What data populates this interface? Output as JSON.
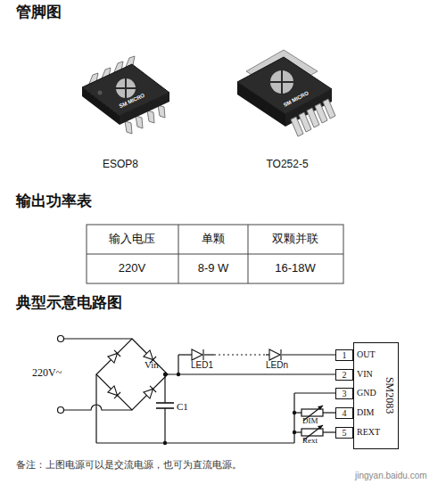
{
  "diagram": {
    "nodes": [
      {
        "text": [
          "OUT",
          "VIN",
          "GND",
          "DIM",
          "REXT",
          "SM2083"
        ]
      },
      {
        "text": [
          "1"
        ]
      },
      {
        "text": [
          "2"
        ]
      },
      {
        "text": [
          "3"
        ]
      },
      {
        "text": [
          "4"
        ]
      },
      {
        "text": [
          "5"
        ]
      }
    ],
    "labels": [
      "管脚图",
      "SM MICRO",
      "SM MICRO",
      "ESOP8",
      "TO252-5",
      "输出功率表",
      "输入电压",
      "单颗",
      "双颗并联",
      "220V",
      "8-9 W",
      "16-18W",
      "典型示意电路图",
      "220V~",
      "Vin",
      "LED1",
      "LEDn",
      "C1",
      "DIM",
      "Rext",
      "备注：上图电源可以是交流电源，也可为直流电源。",
      "jingyan.baidu.com"
    ]
  }
}
